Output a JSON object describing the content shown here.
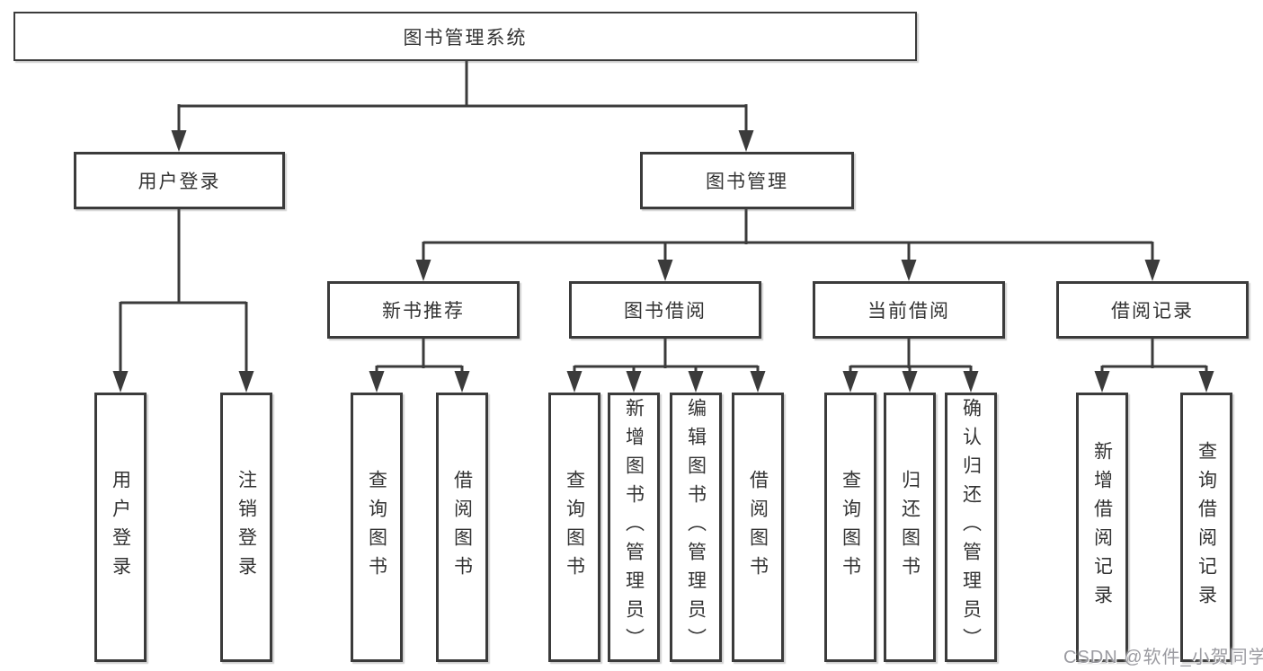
{
  "diagram": {
    "title": "图书管理系统",
    "level2": [
      {
        "label": "用户登录"
      },
      {
        "label": "图书管理"
      }
    ],
    "level3": [
      {
        "label": "新书推荐"
      },
      {
        "label": "图书借阅"
      },
      {
        "label": "当前借阅"
      },
      {
        "label": "借阅记录"
      }
    ],
    "leaves": [
      {
        "label": "用户登录"
      },
      {
        "label": "注销登录"
      },
      {
        "label": "查询图书"
      },
      {
        "label": "借阅图书"
      },
      {
        "label": "查询图书"
      },
      {
        "label": "新增图书（管理员）"
      },
      {
        "label": "编辑图书（管理员）"
      },
      {
        "label": "借阅图书"
      },
      {
        "label": "查询图书"
      },
      {
        "label": "归还图书"
      },
      {
        "label": "确认归还（管理员）"
      },
      {
        "label": "新增借阅记录"
      },
      {
        "label": "查询借阅记录"
      }
    ]
  },
  "watermark": {
    "text": "CSDN @软件_小贺同学"
  },
  "colors": {
    "line": "#3b3b3b",
    "text": "#333333",
    "box_fill": "#ffffff",
    "watermark": "#9b9ba1",
    "background": "#ffffff"
  }
}
